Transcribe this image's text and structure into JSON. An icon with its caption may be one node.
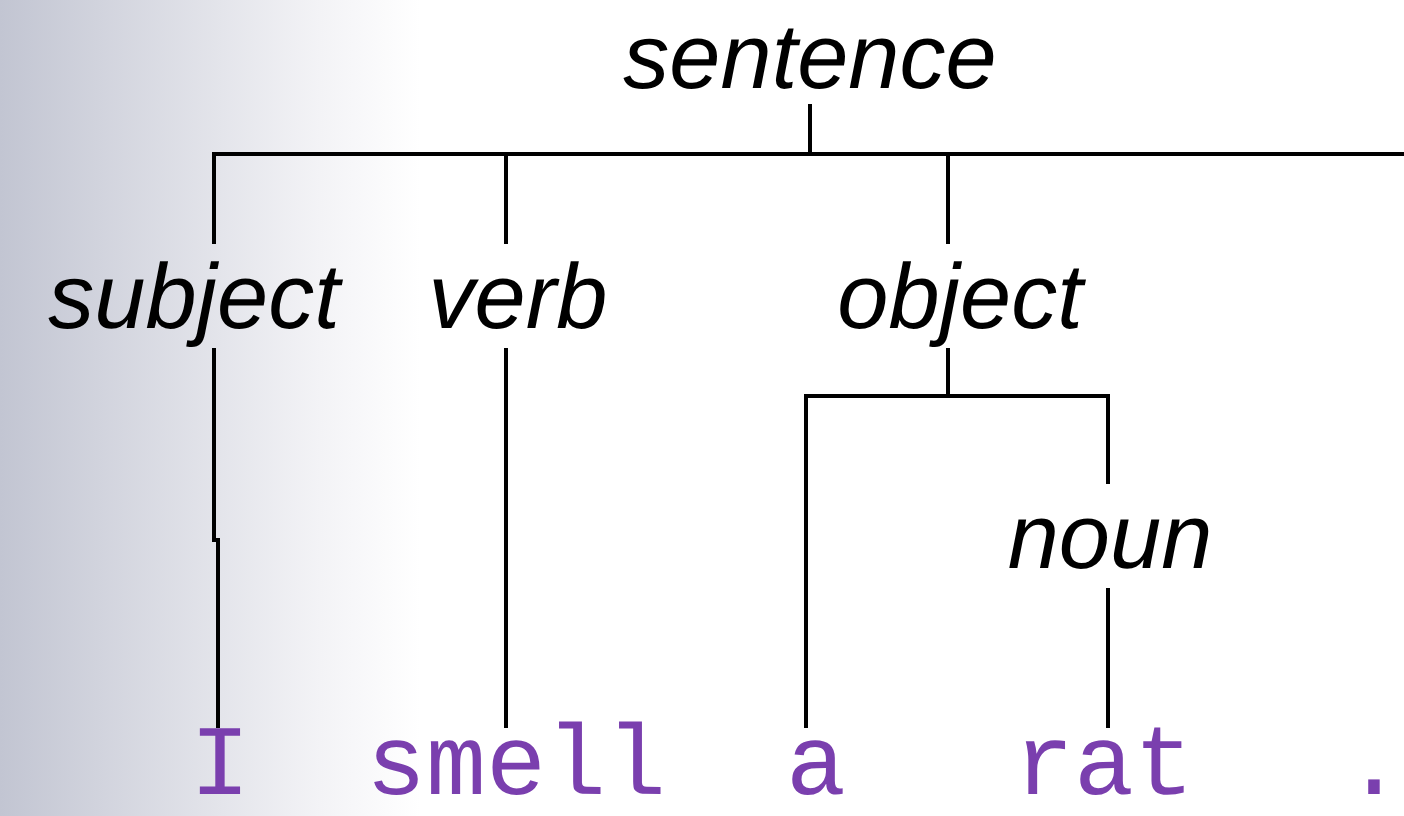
{
  "diagram": {
    "nodes": [
      {
        "text": [
          "sentence"
        ]
      },
      {
        "text": [
          "subject"
        ]
      },
      {
        "text": [
          "verb"
        ]
      },
      {
        "text": [
          "object"
        ]
      },
      {
        "text": [
          "noun"
        ]
      },
      {
        "text": [
          "I"
        ]
      },
      {
        "text": [
          "smell"
        ]
      },
      {
        "text": [
          "a"
        ]
      },
      {
        "text": [
          "rat"
        ]
      }
    ],
    "edges": [
      {
        "from": 0,
        "to": 1,
        "arrow": "none"
      },
      {
        "from": 0,
        "to": 2,
        "arrow": "none"
      },
      {
        "from": 0,
        "to": 3,
        "arrow": "none"
      },
      {
        "from": 1,
        "to": 5,
        "arrow": "none"
      },
      {
        "from": 2,
        "to": 6,
        "arrow": "none"
      },
      {
        "from": 3,
        "to": 7,
        "arrow": "none"
      },
      {
        "from": 3,
        "to": 4,
        "arrow": "none"
      },
      {
        "from": 4,
        "to": 8,
        "arrow": "none"
      }
    ],
    "labels": [
      "."
    ]
  }
}
